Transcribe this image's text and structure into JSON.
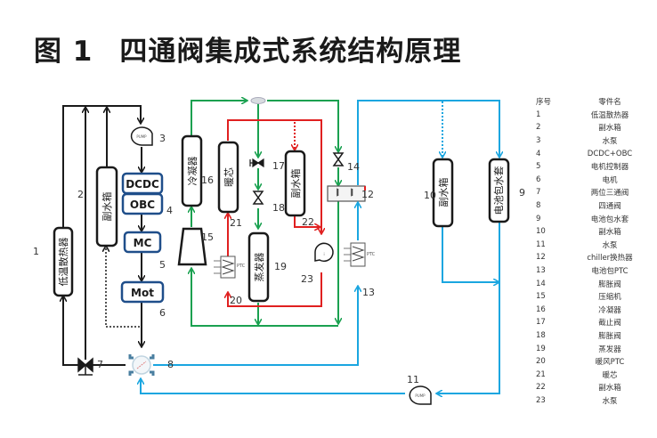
{
  "figure": {
    "title_number": "图 1",
    "title_text": "四通阀集成式系统结构原理"
  },
  "colors": {
    "coolant_motor": "#1a1a1a",
    "refrigerant": "#1aa150",
    "heating_loop": "#e02020",
    "battery_loop": "#1aa6e0",
    "module_border": "#1f4e8a"
  },
  "components": {
    "low_temp_radiator": "低温散热器",
    "expansion_tank_a": "副水箱",
    "pump_label": "PUMP",
    "dcdc": "DCDC",
    "obc": "OBC",
    "mc": "MC",
    "mot": "Mot",
    "condenser": "冷凝器",
    "heater_core": "暖芯",
    "expansion_tank_b": "副水箱",
    "evaporator": "蒸发器",
    "expansion_tank_c": "副水箱",
    "battery_jacket": "电池包水套",
    "ptc_small": "PTC"
  },
  "callouts": {
    "n1": "1",
    "n2": "2",
    "n3": "3",
    "n4": "4",
    "n5": "5",
    "n6": "6",
    "n7": "7",
    "n8": "8",
    "n9": "9",
    "n10": "10",
    "n11": "11",
    "n12": "12",
    "n13": "13",
    "n14": "14",
    "n15": "15",
    "n16": "16",
    "n17": "17",
    "n18": "18",
    "n19": "19",
    "n20": "20",
    "n21": "21",
    "n22": "22",
    "n23": "23"
  },
  "legend": {
    "header": {
      "no": "序号",
      "name": "零件名"
    },
    "rows": [
      {
        "no": "1",
        "name": "低温散热器"
      },
      {
        "no": "2",
        "name": "副水箱"
      },
      {
        "no": "3",
        "name": "水泵"
      },
      {
        "no": "4",
        "name": "DCDC+OBC"
      },
      {
        "no": "5",
        "name": "电机控制器"
      },
      {
        "no": "6",
        "name": "电机"
      },
      {
        "no": "7",
        "name": "两位三通阀"
      },
      {
        "no": "8",
        "name": "四通阀"
      },
      {
        "no": "9",
        "name": "电池包水套"
      },
      {
        "no": "10",
        "name": "副水箱"
      },
      {
        "no": "11",
        "name": "水泵"
      },
      {
        "no": "12",
        "name": "chiller换热器"
      },
      {
        "no": "13",
        "name": "电池包PTC"
      },
      {
        "no": "14",
        "name": "膨胀阀"
      },
      {
        "no": "15",
        "name": "压缩机"
      },
      {
        "no": "16",
        "name": "冷凝器"
      },
      {
        "no": "17",
        "name": "截止阀"
      },
      {
        "no": "18",
        "name": "膨胀阀"
      },
      {
        "no": "19",
        "name": "蒸发器"
      },
      {
        "no": "20",
        "name": "暖风PTC"
      },
      {
        "no": "21",
        "name": "暖芯"
      },
      {
        "no": "22",
        "name": "副水箱"
      },
      {
        "no": "23",
        "name": "水泵"
      }
    ]
  }
}
